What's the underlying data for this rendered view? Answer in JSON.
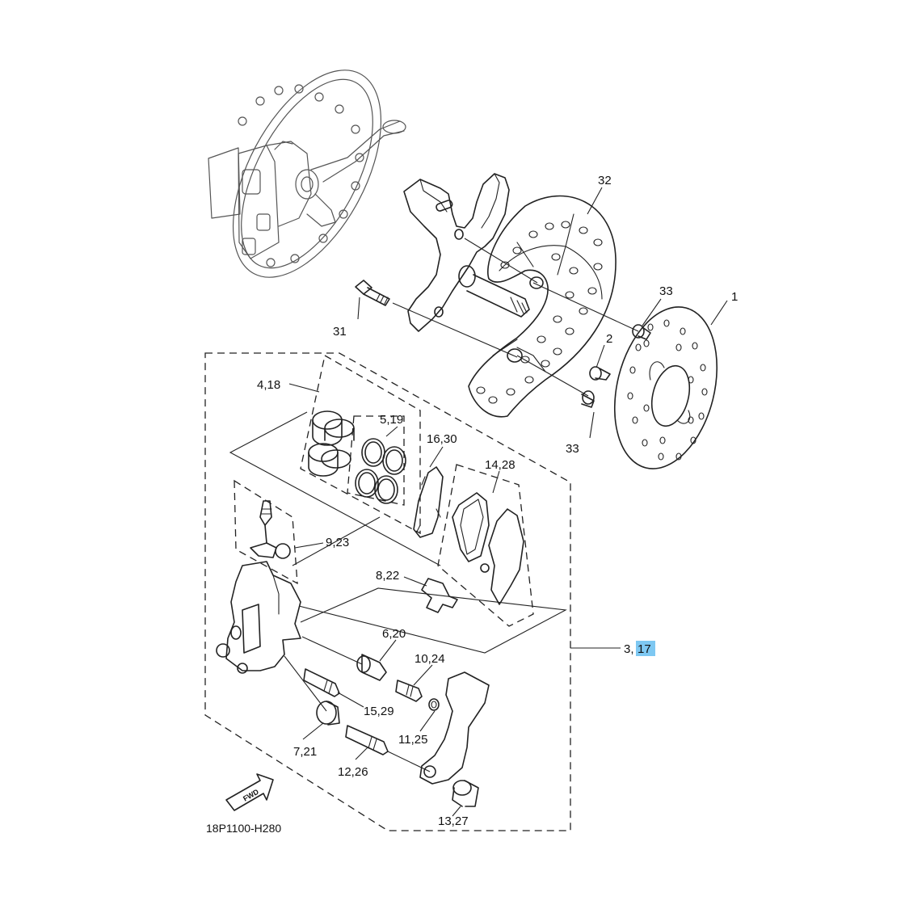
{
  "diagram": {
    "drawing_code": "18P1100-H280",
    "fwd_label": "FWD",
    "highlight_color": "#7ec8f2",
    "callouts": {
      "c1": "1",
      "c2": "2",
      "c3_prefix": "3,",
      "c3_highlight": "17",
      "c4": "4,18",
      "c5": "5,19",
      "c6": "6,20",
      "c7": "7,21",
      "c8": "8,22",
      "c9": "9,23",
      "c10": "10,24",
      "c11": "11,25",
      "c12": "12,26",
      "c13": "13,27",
      "c14": "14,28",
      "c15": "15,29",
      "c16": "16,30",
      "c31": "31",
      "c32": "32",
      "c33a": "33",
      "c33b": "33"
    }
  }
}
